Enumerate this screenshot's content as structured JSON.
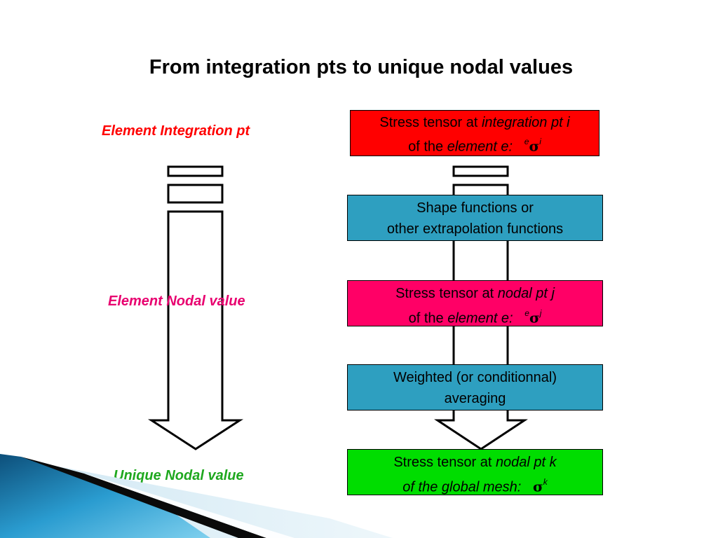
{
  "title": "From integration pts to unique nodal values",
  "left_labels": {
    "integration": "Element Integration pt",
    "nodal": "Element Nodal value",
    "unique": "Unique Nodal value"
  },
  "boxes": {
    "integration": {
      "line1_prefix": "Stress tensor at ",
      "line1_italic": "integration pt i",
      "line2_prefix": "of the ",
      "line2_italic": "element e:",
      "sym_pre": "e",
      "sym": "σ",
      "sym_sup": "i"
    },
    "shape": {
      "line1": "Shape functions or",
      "line2": "other extrapolation functions"
    },
    "nodal": {
      "line1_prefix": "Stress tensor at ",
      "line1_italic": "nodal pt j",
      "line2_prefix": "of the ",
      "line2_italic": "element e:",
      "sym_pre": "e",
      "sym": "σ",
      "sym_sup": "j"
    },
    "averaging": {
      "line1": "Weighted (or conditionnal)",
      "line2": "averaging"
    },
    "global": {
      "line1_prefix": "Stress tensor at ",
      "line1_italic": "nodal pt k",
      "line2_italic": "of the global mesh:",
      "sym": "σ",
      "sym_sup": "k"
    }
  },
  "colors": {
    "red_box": "#ff0000",
    "blue_box": "#2e9fc0",
    "pink_box": "#ff0066",
    "green_box": "#00dd00",
    "label_red": "#ff0000",
    "label_pink": "#e8006f",
    "label_green": "#1fa81f"
  }
}
